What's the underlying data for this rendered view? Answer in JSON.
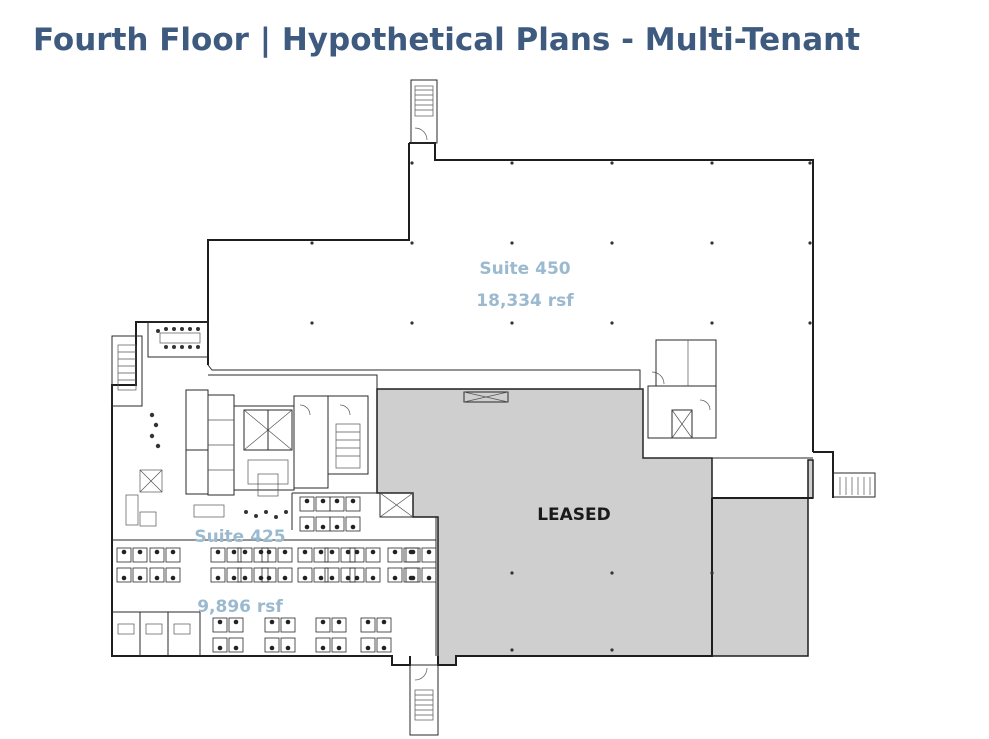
{
  "title": "Fourth Floor | Hypothetical Plans - Multi-Tenant",
  "suites": [
    {
      "name": "Suite 450",
      "area": "18,334 rsf"
    },
    {
      "name": "Suite 425",
      "area": "9,896 rsf"
    }
  ],
  "leased_label": "LEASED",
  "colors": {
    "title": "#3e5a7e",
    "suite_label": "#9bb9cf",
    "leased_fill": "#cfcfcf",
    "walls": "#1e1e1e"
  }
}
